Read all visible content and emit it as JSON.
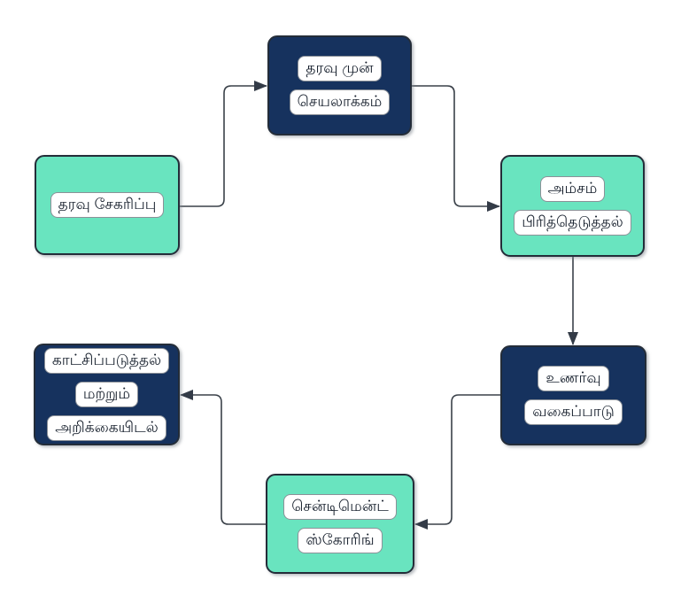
{
  "colors": {
    "node_teal": "#69e4bf",
    "node_navy": "#16325e",
    "node_border": "#242d39",
    "pill_background": "#ffffff",
    "pill_text": "#161f2c",
    "connector": "#3a4149",
    "page_background": "#ffffff"
  },
  "flowchart": {
    "nodes": [
      {
        "id": "data-collection",
        "variant": "teal",
        "lines": [
          "தரவு சேகரிப்பு"
        ]
      },
      {
        "id": "data-preprocessing",
        "variant": "navy",
        "lines": [
          "தரவு முன்",
          "செயலாக்கம்"
        ]
      },
      {
        "id": "feature-extraction",
        "variant": "teal",
        "lines": [
          "அம்சம்",
          "பிரித்தெடுத்தல்"
        ]
      },
      {
        "id": "sentiment-classification",
        "variant": "navy",
        "lines": [
          "உணர்வு",
          "வகைப்பாடு"
        ]
      },
      {
        "id": "sentiment-scoring",
        "variant": "teal",
        "lines": [
          "சென்டிமென்ட்",
          "ஸ்கோரிங்"
        ]
      },
      {
        "id": "visualization-reporting",
        "variant": "navy",
        "lines": [
          "காட்சிப்படுத்தல்",
          "மற்றும்",
          "அறிக்கையிடல்"
        ]
      }
    ],
    "edges": [
      {
        "from": "data-collection",
        "to": "data-preprocessing"
      },
      {
        "from": "data-preprocessing",
        "to": "feature-extraction"
      },
      {
        "from": "feature-extraction",
        "to": "sentiment-classification"
      },
      {
        "from": "sentiment-classification",
        "to": "sentiment-scoring"
      },
      {
        "from": "sentiment-scoring",
        "to": "visualization-reporting"
      }
    ]
  }
}
